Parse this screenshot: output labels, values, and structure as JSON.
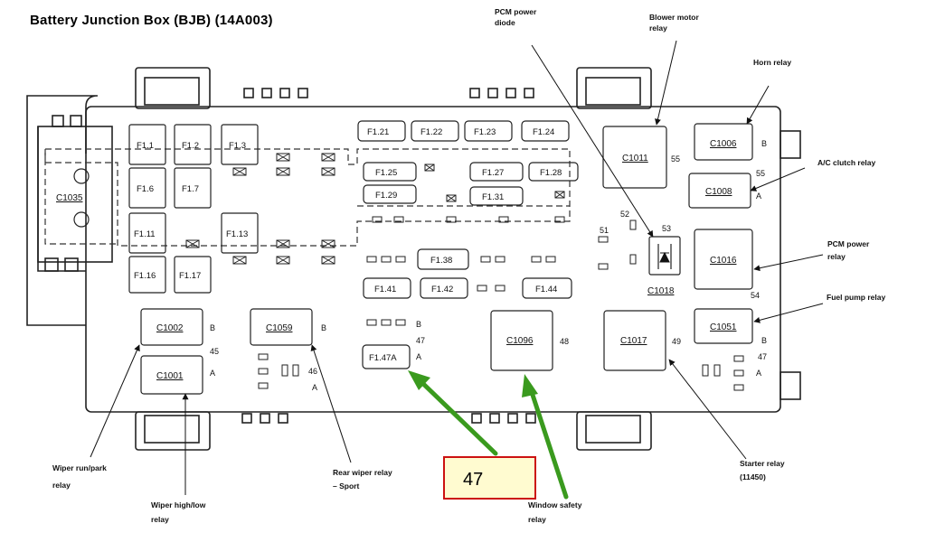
{
  "title": "Battery Junction Box (BJB) (14A003)",
  "fuses": {
    "f1_1": "F1.1",
    "f1_2": "F1.2",
    "f1_3": "F1.3",
    "f1_6": "F1.6",
    "f1_7": "F1.7",
    "f1_11": "F1.11",
    "f1_13": "F1.13",
    "f1_16": "F1.16",
    "f1_17": "F1.17",
    "f1_21": "F1.21",
    "f1_22": "F1.22",
    "f1_23": "F1.23",
    "f1_24": "F1.24",
    "f1_25": "F1.25",
    "f1_27": "F1.27",
    "f1_28": "F1.28",
    "f1_29": "F1.29",
    "f1_31": "F1.31",
    "f1_38": "F1.38",
    "f1_41": "F1.41",
    "f1_42": "F1.42",
    "f1_44": "F1.44",
    "f1_47a": "F1.47A"
  },
  "connectors": {
    "c1035": "C1035",
    "c1002": "C1002",
    "c1001": "C1001",
    "c1059": "C1059",
    "c1011": "C1011",
    "c1006": "C1006",
    "c1008": "C1008",
    "c1016": "C1016",
    "c1018": "C1018",
    "c1096": "C1096",
    "c1017": "C1017",
    "c1051": "C1051"
  },
  "markers": {
    "b_c1002": "B",
    "n45": "45",
    "a_c1001": "A",
    "b_c1059": "B",
    "n46_left": "46",
    "a_c1059": "A",
    "b_f147": "B",
    "n47_f147": "47",
    "a_f147": "A",
    "n55_c1011": "55",
    "b_c1006": "B",
    "n55_c1008": "55",
    "a_c1008": "A",
    "n52": "52",
    "n53": "53",
    "n51": "51",
    "n54": "54",
    "n48": "48",
    "n49": "49",
    "b_c1051": "B",
    "n47_right": "47",
    "a_right": "A"
  },
  "labels": {
    "pcm_diode_1": "PCM power",
    "pcm_diode_2": "diode",
    "blower_1": "Blower motor",
    "blower_2": "relay",
    "horn": "Horn relay",
    "ac_clutch": "A/C clutch relay",
    "pcm_power_1": "PCM power",
    "pcm_power_2": "relay",
    "fuel_pump": "Fuel pump relay",
    "wiper_runpark_1": "Wiper run/park",
    "wiper_runpark_2": "relay",
    "wiper_highlow_1": "Wiper high/low",
    "wiper_highlow_2": "relay",
    "rear_wiper_1": "Rear wiper relay",
    "rear_wiper_2": "– Sport",
    "window_safety_1": "Window safety",
    "window_safety_2": "relay",
    "starter_1": "Starter relay",
    "starter_2": "(11450)"
  },
  "callout": {
    "value": "47"
  },
  "colors": {
    "arrow_green": "#3a9a1e",
    "callout_border": "#cc1111",
    "callout_fill": "#fffbd0"
  }
}
